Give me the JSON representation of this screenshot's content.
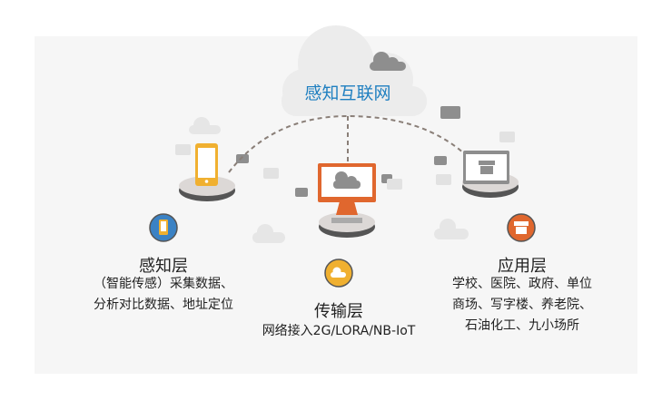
{
  "center": {
    "title": "感知互联网",
    "title_color": "#1f7fc0"
  },
  "layers": [
    {
      "name": "感知层",
      "icon": "phone-icon",
      "color": "#3b82c4",
      "lines": [
        "（智能传感）采集数据、",
        "分析对比数据、地址定位"
      ]
    },
    {
      "name": "传输层",
      "icon": "cloud-icon",
      "color": "#f0b030",
      "lines": [
        "网络接入2G/LORA/NB-IoT"
      ]
    },
    {
      "name": "应用层",
      "icon": "store-icon",
      "color": "#e0672e",
      "lines": [
        "学校、医院、政府、单位",
        "商场、写字楼、养老院、",
        "石油化工、九小场所"
      ]
    }
  ]
}
